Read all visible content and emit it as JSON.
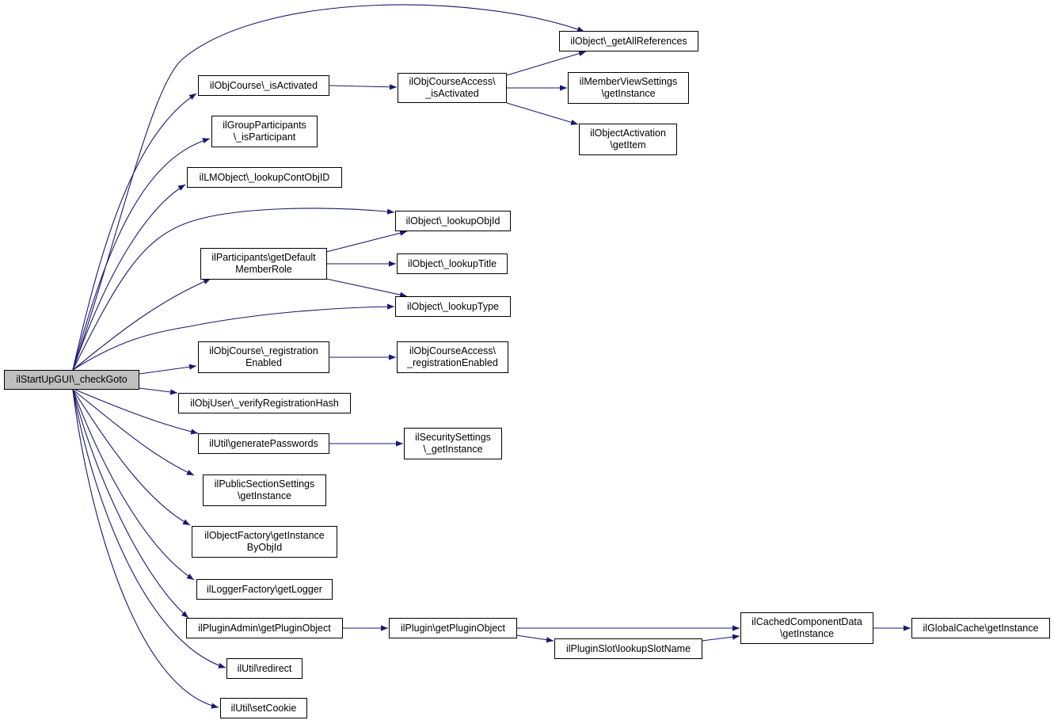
{
  "colors": {
    "edge": "#191970",
    "node_border": "#000000",
    "node_fill": "#ffffff",
    "root_fill": "#bfbfbf"
  },
  "nodes": [
    {
      "id": "root",
      "label": "ilStartUpGUI\\_checkGoto"
    },
    {
      "id": "getAllReferences",
      "label": "ilObject\\_getAllReferences"
    },
    {
      "id": "courseIsActivated",
      "label": "ilObjCourse\\_isActivated"
    },
    {
      "id": "courseAccessIsActivated",
      "label": "ilObjCourseAccess\\\n_isActivated"
    },
    {
      "id": "memberViewSettings",
      "label": "ilMemberViewSettings\n\\getInstance"
    },
    {
      "id": "objectActivation",
      "label": "ilObjectActivation\n\\getItem"
    },
    {
      "id": "groupParticipants",
      "label": "ilGroupParticipants\n\\_isParticipant"
    },
    {
      "id": "lmObject",
      "label": "ilLMObject\\_lookupContObjID"
    },
    {
      "id": "lookupObjId",
      "label": "ilObject\\_lookupObjId"
    },
    {
      "id": "participants",
      "label": "ilParticipants\\getDefault\nMemberRole"
    },
    {
      "id": "lookupTitle",
      "label": "ilObject\\_lookupTitle"
    },
    {
      "id": "lookupType",
      "label": "ilObject\\_lookupType"
    },
    {
      "id": "courseRegistration",
      "label": "ilObjCourse\\_registration\nEnabled"
    },
    {
      "id": "courseAccessRegistration",
      "label": "ilObjCourseAccess\\\n_registrationEnabled"
    },
    {
      "id": "verifyHash",
      "label": "ilObjUser\\_verifyRegistrationHash"
    },
    {
      "id": "generatePasswords",
      "label": "ilUtil\\generatePasswords"
    },
    {
      "id": "securitySettings",
      "label": "ilSecuritySettings\n\\_getInstance"
    },
    {
      "id": "publicSection",
      "label": "ilPublicSectionSettings\n\\getInstance"
    },
    {
      "id": "objectFactory",
      "label": "ilObjectFactory\\getInstance\nByObjId"
    },
    {
      "id": "loggerFactory",
      "label": "ilLoggerFactory\\getLogger"
    },
    {
      "id": "pluginAdmin",
      "label": "ilPluginAdmin\\getPluginObject"
    },
    {
      "id": "pluginGet",
      "label": "ilPlugin\\getPluginObject"
    },
    {
      "id": "pluginSlot",
      "label": "ilPluginSlot\\lookupSlotName"
    },
    {
      "id": "cachedComponent",
      "label": "ilCachedComponentData\n\\getInstance"
    },
    {
      "id": "globalCache",
      "label": "ilGlobalCache\\getInstance"
    },
    {
      "id": "redirect",
      "label": "ilUtil\\redirect"
    },
    {
      "id": "setCookie",
      "label": "ilUtil\\setCookie"
    }
  ]
}
